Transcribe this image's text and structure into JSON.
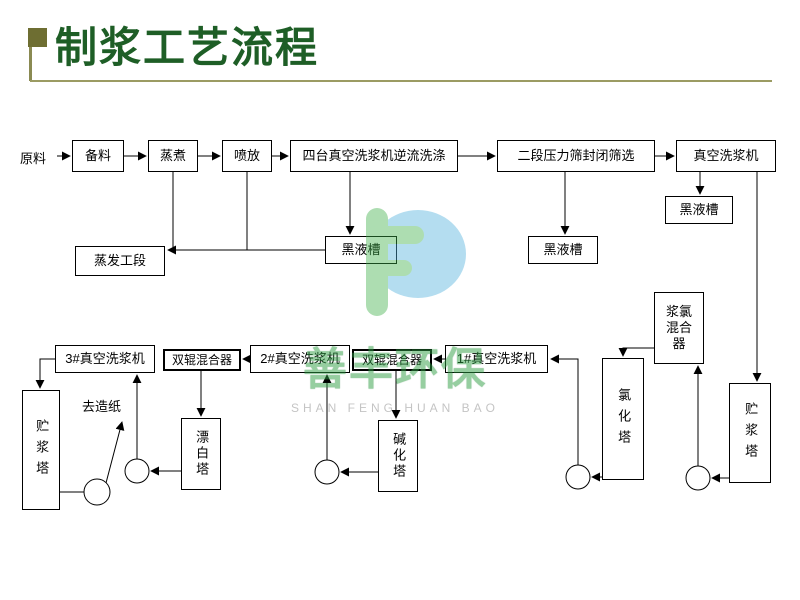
{
  "slide": {
    "title": "制浆工艺流程",
    "title_color": "#1e5e26",
    "accent_color": "#6e6e32",
    "rule_color": "#9b9b63",
    "line_color": "#000000"
  },
  "watermark": {
    "cn": "善丰环保",
    "en": "SHAN FENG HUAN BAO",
    "green": "#3faf49",
    "blue": "#4fb0dc"
  },
  "nodes": {
    "yuanliao": "原料",
    "beiliao": "备料",
    "zhengzhu": "蒸煮",
    "penfang": "喷放",
    "xidi": "四台真空洗浆机逆流洗涤",
    "shaixuan": "二段压力筛封闭筛选",
    "zhenkongxi": "真空洗浆机",
    "heiye_right": "黑液槽",
    "heiye_mid": "黑液槽",
    "heiye_mid2": "黑液槽",
    "zhengfa": "蒸发工段",
    "wash3": "3#真空洗浆机",
    "mixer1": "双辊混合器",
    "wash2": "2#真空洗浆机",
    "mixer2": "双辊混合器",
    "wash1": "1#真空洗浆机",
    "jianglv_mixer": "浆氯混合器",
    "lvhua_tower": "氯化塔",
    "zhujiang_right": "贮浆塔",
    "zhujiang_left": "贮浆塔",
    "piaobai_tower": "漂白塔",
    "jianhua_tower": "碱化塔",
    "quzaozhi": "去造纸"
  }
}
